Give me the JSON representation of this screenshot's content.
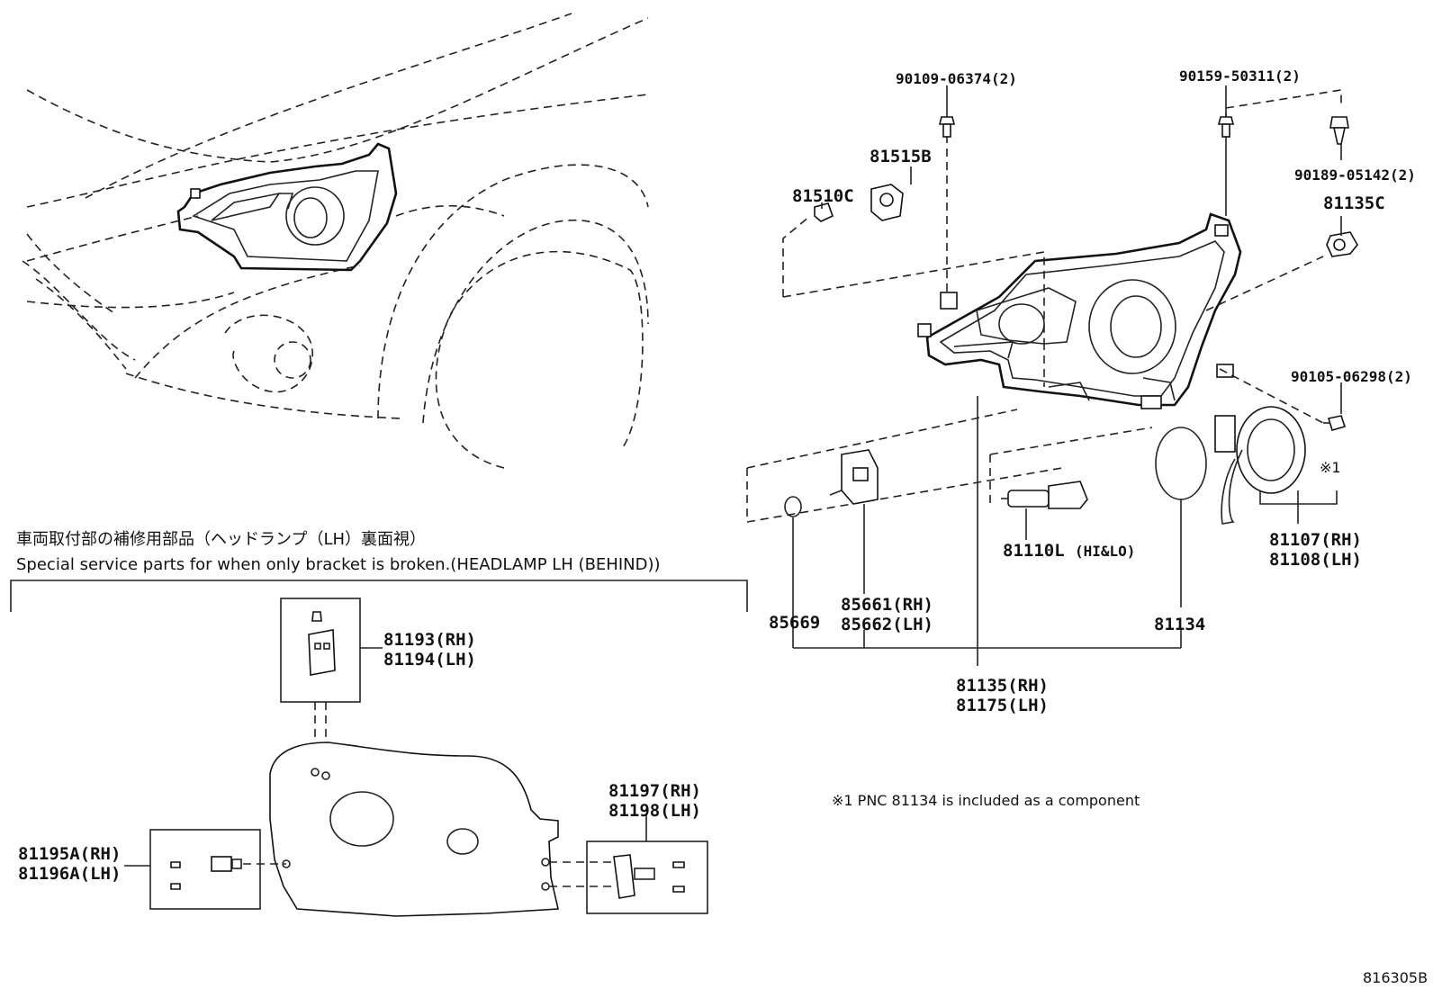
{
  "diagram": {
    "callouts": {
      "screw_top_left": "90109-06374(2)",
      "screw_top_right": "90159-50311(2)",
      "clip_right": "90189-05142(2)",
      "socket_81515b": "81515B",
      "bulb_81510c": "81510C",
      "socket_81135c": "81135C",
      "screw_lower_right": "90105-06298(2)",
      "note_mark": "※1",
      "ballast_rh": "81107(RH)",
      "ballast_lh": "81108(LH)",
      "bulb_81110l": "81110L",
      "bulb_hilo": "(HI&LO)",
      "oring_85669": "85669",
      "actuator_rh": "85661(RH)",
      "actuator_lh": "85662(LH)",
      "gasket_81134": "81134",
      "headlamp_rh": "81135(RH)",
      "headlamp_lh": "81175(LH)",
      "bracket_top_rh": "81193(RH)",
      "bracket_top_lh": "81194(LH)",
      "bracket_right_rh": "81197(RH)",
      "bracket_right_lh": "81198(LH)",
      "bracket_left_rh": "81195A(RH)",
      "bracket_left_lh": "81196A(LH)"
    },
    "section_title_jp": "車両取付部の補修用部品（ヘッドランプ（LH）裏面視）",
    "section_title_en": "Special service parts for when only bracket is broken.(HEADLAMP LH (BEHIND))",
    "footnote": "※1 PNC 81134 is included as a component",
    "figure_id": "816305B"
  }
}
